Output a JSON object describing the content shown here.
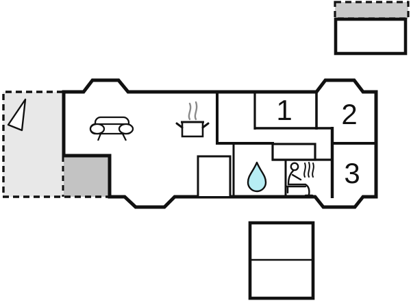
{
  "floor_plan": {
    "room_labels": [
      "1",
      "2",
      "3"
    ],
    "icons": [
      "door-swing-icon",
      "sofa-icon",
      "cooking-pot-icon",
      "water-drop-icon",
      "sauna-person-icon",
      "steam-icon"
    ],
    "colors": {
      "wall": "#111111",
      "terrace_light": "#e8e8e8",
      "terrace_dark": "#c3c3c3",
      "annex_gray": "#c9c9c9",
      "water": "#b7edf4",
      "steam_gray": "#8a8a8a",
      "background": "#ffffff"
    }
  }
}
